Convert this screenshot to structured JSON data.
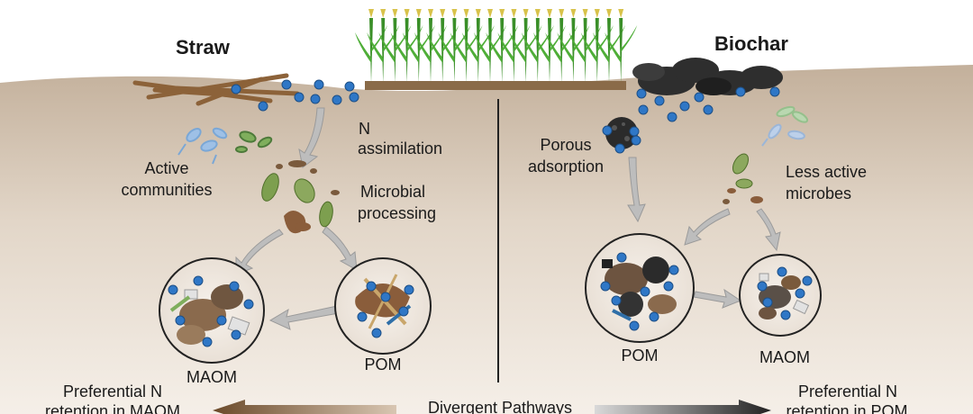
{
  "colors": {
    "soil_top": "#c8b6a2",
    "soil_bottom": "#f3ece4",
    "n_dot": "#2f77c6",
    "arrow_gray": "#b8b8b8",
    "straw": "#9a6b3f",
    "biochar": "#2b2b2b",
    "crop": "#3f9a2d"
  },
  "titles": {
    "straw": "Straw",
    "biochar": "Biochar"
  },
  "left_labels": {
    "active_communities": [
      "Active",
      "communities"
    ],
    "n_assimilation": [
      "N",
      "assimilation"
    ],
    "microbial_processing": [
      "Microbial",
      "processing"
    ],
    "maom": "MAOM",
    "pom": "POM",
    "preferential": [
      "Preferential N",
      "retention in MAOM"
    ]
  },
  "right_labels": {
    "porous_adsorption": [
      "Porous",
      "adsorption"
    ],
    "less_active_microbes": [
      "Less active",
      "microbes"
    ],
    "pom": "POM",
    "maom": "MAOM",
    "preferential": [
      "Preferential N",
      "retention in POM"
    ]
  },
  "center_label": "Divergent Pathways"
}
